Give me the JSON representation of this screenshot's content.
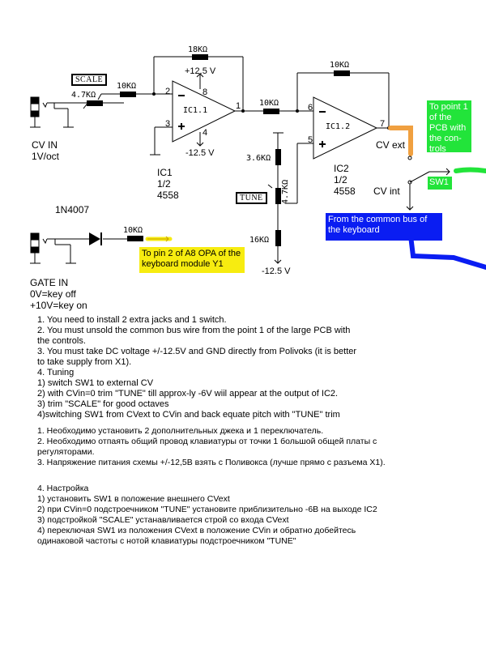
{
  "schematic": {
    "labels": {
      "scale_trim": "SCALE",
      "tune_trim": "TUNE",
      "r_feedback_ic11": "18KΩ",
      "r_input_ic11": "10KΩ",
      "r_scale_pot": "4.7KΩ",
      "r_between": "10KΩ",
      "r_feedback_ic12": "10KΩ",
      "r_3k6": "3.6KΩ",
      "r_tune_pot": "4.7KΩ",
      "r_16k": "16KΩ",
      "r_gate": "10KΩ",
      "vpos": "+12.5 V",
      "vneg_ic1": "-12.5 V",
      "vneg_tune": "-12.5 V",
      "pin2": "2",
      "pin3": "3",
      "pin8": "8",
      "pin4": "4",
      "pin1": "1",
      "pin6": "6",
      "pin5": "5",
      "pin7": "7",
      "ic11_name": "IC1.1",
      "ic12_name": "IC1.2",
      "ic1_desc": [
        "IC1",
        "1/2",
        "4558"
      ],
      "ic2_desc": [
        "IC2",
        "1/2",
        "4558"
      ],
      "cv_in": [
        "CV IN",
        "1V/oct"
      ],
      "gate_in": [
        "GATE IN",
        "0V=key off",
        "+10V=key on"
      ],
      "diode": "1N4007",
      "cv_ext": "CV ext",
      "cv_int": "CV int",
      "sw1": "SW1"
    },
    "notes": {
      "green": "To point 1 of the PCB with the con-trols",
      "blue": "From the common bus of the keyboard",
      "yellow": "To pin 2 of A8 OPA of the keyboard module Y1"
    },
    "colors": {
      "green_note": "#22e43a",
      "blue_note": "#0a1df2",
      "yellow_note": "#f7ec10",
      "orange_wire": "#f0a040",
      "green_wire": "#22e43a",
      "blue_wire": "#0a1df2"
    }
  },
  "instructions_en": [
    "1. You need to install 2 extra jacks and 1 switch.",
    "2. You must unsold the common bus wire from the point 1 of the large PCB with",
    "the controls.",
    "3. You must take DC voltage +/-12.5V and GND directly from Polivoks (it is better",
    "to take supply from X1).",
    "4. Tuning",
    "1) switch SW1 to external CV",
    "2) with CVin=0 trim \"TUNE\" till approx-ly -6V wiil appear at the output of IC2.",
    "3) trim \"SCALE\" for good octaves",
    "4)switching SW1 from CVext to CVin and back equate pitch with \"TUNE\" trim"
  ],
  "instructions_ru_1": [
    "1. Необходимо установить 2 дополнительных джека и 1 переключатель.",
    "2. Необходимо отпаять общий провод клавиатуры от точки 1 большой общей платы с",
    "регуляторами.",
    "3. Напряжение питания схемы +/-12,5В взять с Поливокса (лучше прямо с разъема Х1)."
  ],
  "instructions_ru_2": [
    "4. Настройка",
    "1) установить SW1 в положение внешнего CVext",
    "2) при CVin=0 подстроечником \"TUNE\" установите приблизительно -6В на выходе IC2",
    "3) подстройкой \"SCALE\" устанавливается строй со входа CVext",
    "4) переключая SW1 из положения CVext в положение CVin и обратно добейтесь",
    "одинаковой частоты с нотой клавиатуры подстроечником \"TUNE\""
  ]
}
